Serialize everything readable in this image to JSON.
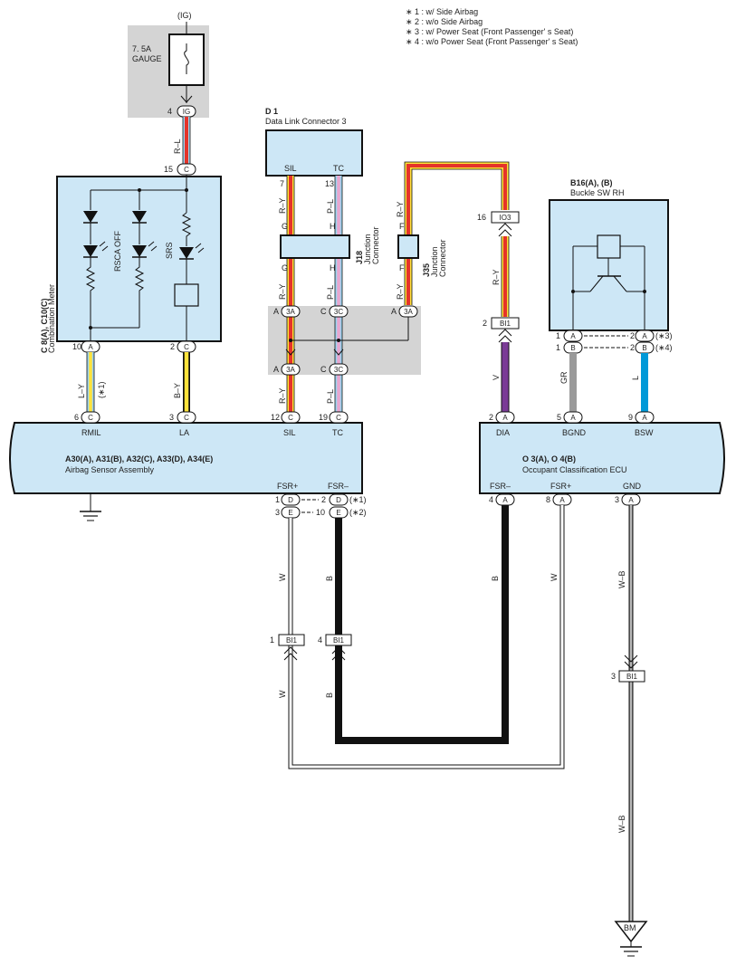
{
  "notes": [
    "∗ 1 : w/ Side Airbag",
    "∗ 2 : w/o Side Airbag",
    "∗ 3 : w/ Power Seat (Front Passenger' s Seat)",
    "∗ 4 : w/o Power Seat (Front Passenger' s Seat)"
  ],
  "fuse": {
    "ig": "(IG)",
    "rating": "7. 5A",
    "name": "GAUGE",
    "pin_num": "4",
    "pin": "IG",
    "wire": "R–L"
  },
  "meter": {
    "code": "C 8(A), C10(C)",
    "name": "Combination Meter",
    "top_pin_num": "15",
    "top_pin": "C",
    "led1": "RSCA OFF",
    "led2": "SRS",
    "pin1_num": "10",
    "pin1": "A",
    "pin2_num": "2",
    "pin2": "C"
  },
  "dlc": {
    "code": "D 1",
    "name": "Data Link Connector 3",
    "sil": "SIL",
    "tc": "TC",
    "pin_sil": "7",
    "pin_tc": "13"
  },
  "j18": {
    "code": "J18",
    "name1": "Junction",
    "name2": "Connector",
    "g_top": "G",
    "h_top": "H",
    "g_bot": "G",
    "h_bot": "H"
  },
  "j35": {
    "code": "J35",
    "name1": "Junction",
    "name2": "Connector",
    "f_top": "F",
    "f_bot": "F"
  },
  "jc": {
    "a": "A",
    "c": "C",
    "p3a": "3A",
    "p3c": "3C"
  },
  "sensor": {
    "code": "A30(A), A31(B), A32(C), A33(D), A34(E)",
    "name": "Airbag Sensor Assembly",
    "rmil": "RMIL",
    "la": "LA",
    "sil": "SIL",
    "tc": "TC",
    "pin_rmil_num": "6",
    "pin_rmil": "C",
    "pin_la_num": "3",
    "pin_la": "C",
    "pin_sil_num": "12",
    "pin_sil": "C",
    "pin_tc_num": "19",
    "pin_tc": "C",
    "fsrp": "FSR+",
    "fsrm": "FSR–",
    "d1": "1",
    "d": "D",
    "e3": "3",
    "e": "E",
    "d2": "2",
    "e10": "10",
    "n1": "(∗1)",
    "n2": "(∗2)"
  },
  "buckle": {
    "code": "B16(A), (B)",
    "name": "Buckle SW RH",
    "p1": "1",
    "a": "A",
    "b": "B",
    "p2": "2",
    "n3": "(∗3)",
    "n4": "(∗4)"
  },
  "ecu": {
    "code": "O 3(A), O 4(B)",
    "name": "Occupant Classification ECU",
    "dia": "DIA",
    "bgnd": "BGND",
    "bsw": "BSW",
    "pin_dia": "2",
    "pin_bgnd": "5",
    "pin_bsw": "9",
    "a": "A",
    "fsrm": "FSR–",
    "fsrp": "FSR+",
    "gnd": "GND",
    "pin_fsrm": "4",
    "pin_fsrp": "8",
    "pin_gnd": "3"
  },
  "wires": {
    "ly": "L–Y",
    "ly_note": "(∗1)",
    "by": "B–Y",
    "ry": "R–Y",
    "pl": "P–L",
    "v": "V",
    "gr": "GR",
    "l": "L",
    "w": "W",
    "b": "B",
    "wb": "W–B"
  },
  "connectors": {
    "io3": "IO3",
    "io3_num": "16",
    "bi1": "BI1",
    "n2": "2",
    "n1": "1",
    "n4": "4",
    "n3": "3"
  },
  "ground": {
    "bm": "BM"
  },
  "colors": {
    "red": "#e5332a",
    "yellow": "#ffe23a",
    "blue": "#9fd4ef",
    "pink": "#e9a6cf",
    "purple": "#7a3b96",
    "gray": "#9a9a9a",
    "cyan": "#0099d8",
    "black": "#111111"
  }
}
